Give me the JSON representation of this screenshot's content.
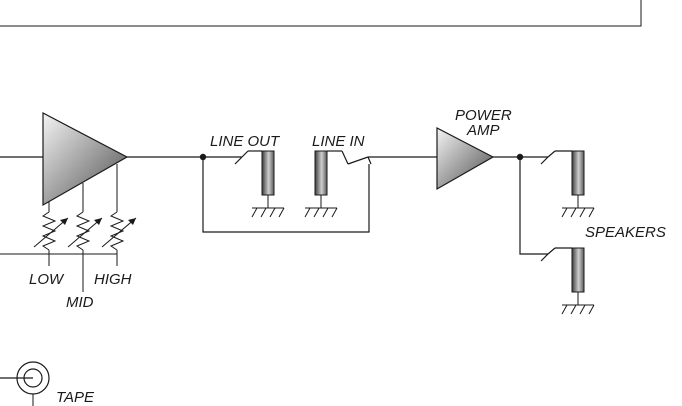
{
  "labels": {
    "line_out": "LINE OUT",
    "line_in": "LINE IN",
    "power": "POWER",
    "amp": "AMP",
    "speakers": "SPEAKERS",
    "low": "LOW",
    "mid": "MID",
    "high": "HIGH",
    "tape": "TAPE"
  },
  "colors": {
    "stroke": "#1a1a1a",
    "amp_fill_light": "#f4f4f4",
    "amp_fill_dark": "#5a5a5a",
    "jack_fill_light": "#d8d8d8",
    "jack_fill_dark": "#3c3c3c"
  }
}
